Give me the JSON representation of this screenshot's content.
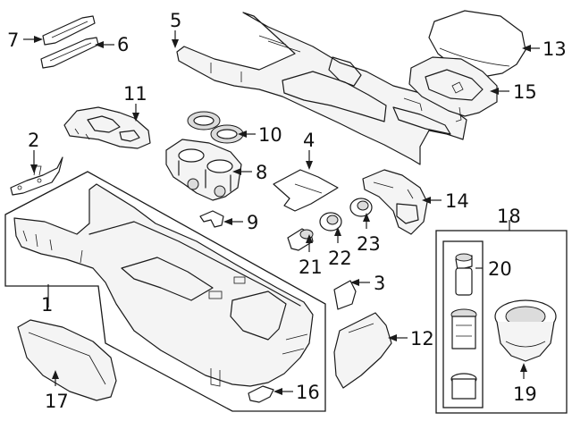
{
  "callouts": {
    "c1": "1",
    "c2": "2",
    "c3": "3",
    "c4": "4",
    "c5": "5",
    "c6": "6",
    "c7": "7",
    "c8": "8",
    "c9": "9",
    "c10": "10",
    "c11": "11",
    "c12": "12",
    "c13": "13",
    "c14": "14",
    "c15": "15",
    "c16": "16",
    "c17": "17",
    "c18": "18",
    "c19": "19",
    "c20": "20",
    "c21": "21",
    "c22": "22",
    "c23": "23"
  },
  "colors": {
    "line": "#1a1a1a",
    "background": "#ffffff",
    "part_fill": "#f4f4f4"
  }
}
